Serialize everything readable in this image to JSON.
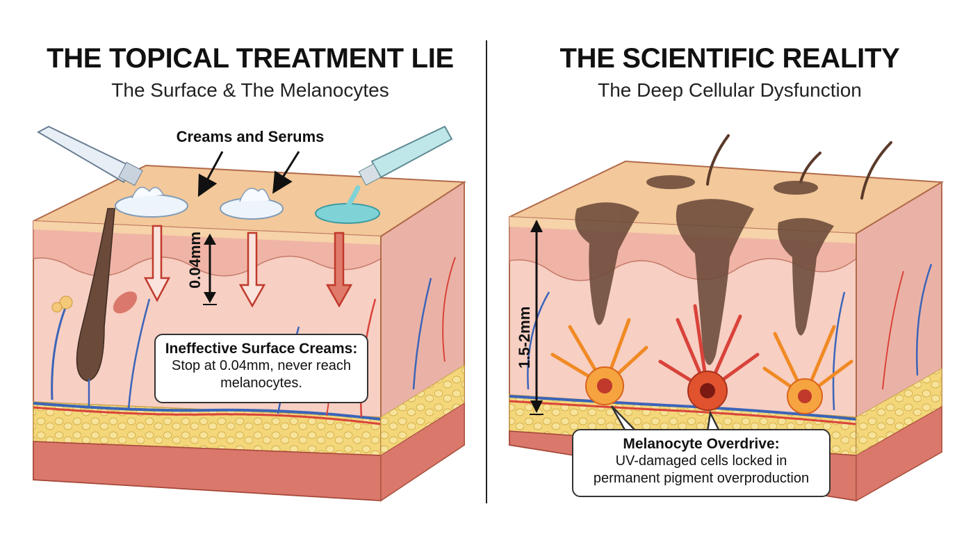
{
  "left_panel": {
    "title": "THE TOPICAL TREATMENT LIE",
    "subtitle": "The Surface & The Melanocytes",
    "creams_label": "Creams and Serums",
    "depth_label": "0.04mm",
    "callout": {
      "heading": "Ineffective Surface Creams:",
      "line1": "Stop at 0.04mm, never reach",
      "line2": "melanocytes."
    }
  },
  "right_panel": {
    "title": "THE SCIENTIFIC REALITY",
    "subtitle": "The Deep Cellular Dysfunction",
    "depth_label": "1.5-2mm",
    "callout": {
      "heading": "Melanocyte Overdrive:",
      "line1": "UV-damaged cells locked in",
      "line2": "permanent pigment overproduction"
    }
  },
  "colors": {
    "skin_top": "#f3c89a",
    "epidermis": "#f0b4a6",
    "dermis": "#f7cfc3",
    "fat": "#f3d77a",
    "muscle": "#d9786b",
    "vein_blue": "#3b64b8",
    "vessel_red": "#d9433a",
    "pigment": "#6b4a3a",
    "melanocyte_orange": "#f08a24",
    "cream_white": "#eef4fb",
    "serum_teal": "#7fd3d6"
  }
}
